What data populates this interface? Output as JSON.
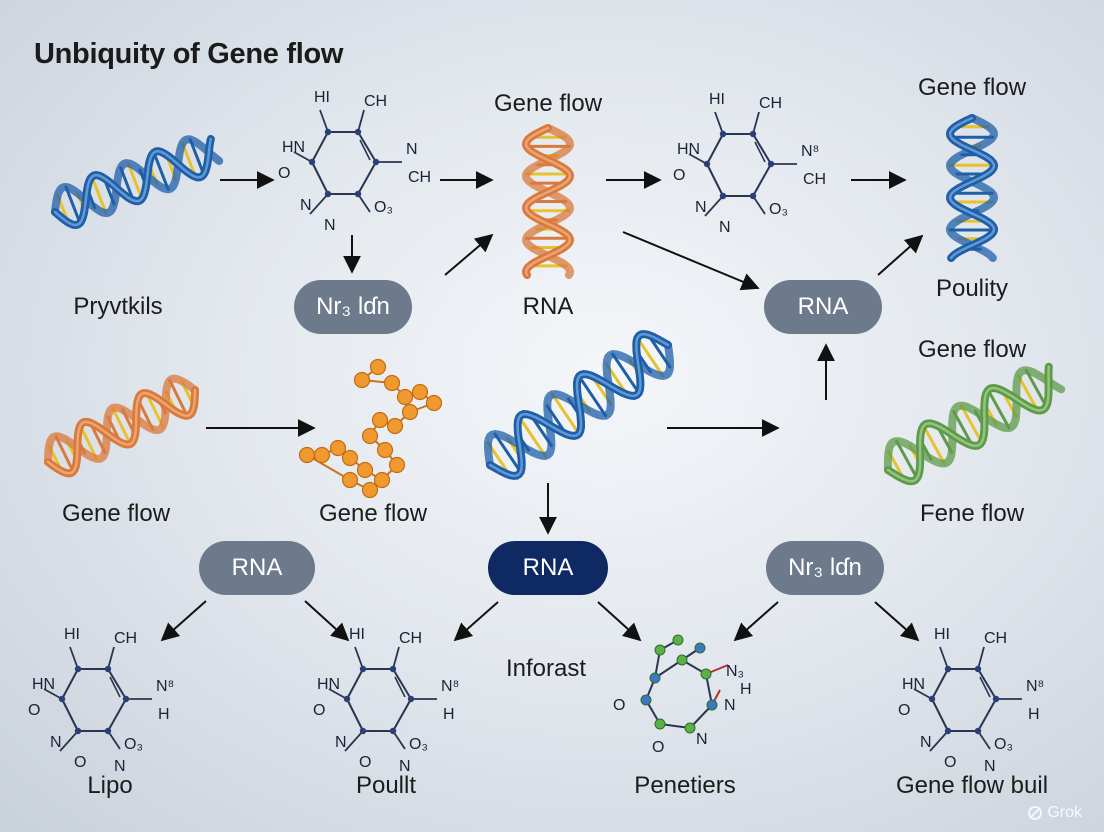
{
  "title": "Unbiquity of Gene flow",
  "labels": {
    "pryvtkils": "Pryvtkils",
    "rna_top": "RNA",
    "gene_flow_top_mid": "Gene flow",
    "gene_flow_top_right": "Gene flow",
    "poulity": "Poulity",
    "gene_flow_right_mid": "Gene flow",
    "gene_flow_left": "Gene flow",
    "gene_flow_center": "Gene flow",
    "fene_flow": "Fene flow",
    "inforast": "Inforast",
    "lipo": "Lipo",
    "poullt": "Poullt",
    "penetiers": "Penetiers",
    "gene_flow_buil": "Gene flow buil"
  },
  "pills": {
    "nr_top": "Nr₃ lɗn",
    "rna_right": "RNA",
    "rna_left": "RNA",
    "rna_center": "RNA",
    "nr_bottom": "Nr₃ lɗn"
  },
  "atoms": {
    "top_a": [
      "HI",
      "CH",
      "HN",
      "N",
      "O",
      "CH",
      "N",
      "N",
      "O₃"
    ],
    "top_b": [
      "HI",
      "CH",
      "HN",
      "N⁸",
      "O",
      "CH",
      "N",
      "N",
      "O₃"
    ],
    "bot_1": [
      "HI",
      "CH",
      "HN",
      "N⁸",
      "O",
      "H",
      "N",
      "O",
      "O₃",
      "N"
    ],
    "bot_2": [
      "HI",
      "CH",
      "HN",
      "N⁸",
      "O",
      "H",
      "N",
      "O",
      "O₃",
      "N"
    ],
    "bot_3": [
      "N₃",
      "H",
      "O",
      "N",
      "O",
      "N"
    ],
    "bot_4": [
      "HI",
      "CH",
      "HN",
      "N⁸",
      "O",
      "H",
      "N",
      "O",
      "O₃",
      "N"
    ]
  },
  "icons": [
    "dna-helix-icon",
    "molecule-icon",
    "bead-chain-icon",
    "arrow-icon",
    "grok-logo-icon"
  ],
  "colors": {
    "dna_blue": "#1f5fa8",
    "dna_orange": "#d97a3c",
    "dna_green": "#5e9a4a",
    "rung_yellow": "#e7c22c",
    "bead_orange": "#f0992e",
    "pill_gray": "#6c7a8c",
    "pill_navy": "#0f2a62"
  },
  "watermark": "Grok"
}
